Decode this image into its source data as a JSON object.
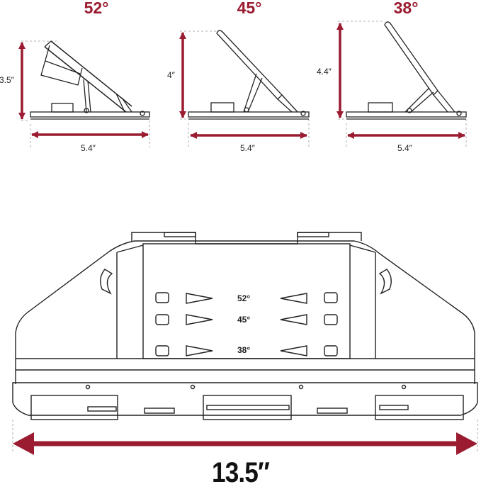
{
  "colors": {
    "accent": "#9b1b30",
    "line": "#222222",
    "guide": "#999999",
    "background": "#ffffff"
  },
  "angles": [
    {
      "angle": "52°",
      "height": "3.5″",
      "width": "5.4″"
    },
    {
      "angle": "45°",
      "height": "4″",
      "width": "5.4″"
    },
    {
      "angle": "38°",
      "height": "4.4″",
      "width": "5.4″"
    }
  ],
  "top_view": {
    "slot_labels": [
      "52°",
      "45°",
      "38°"
    ],
    "total_width": "13.5″"
  }
}
